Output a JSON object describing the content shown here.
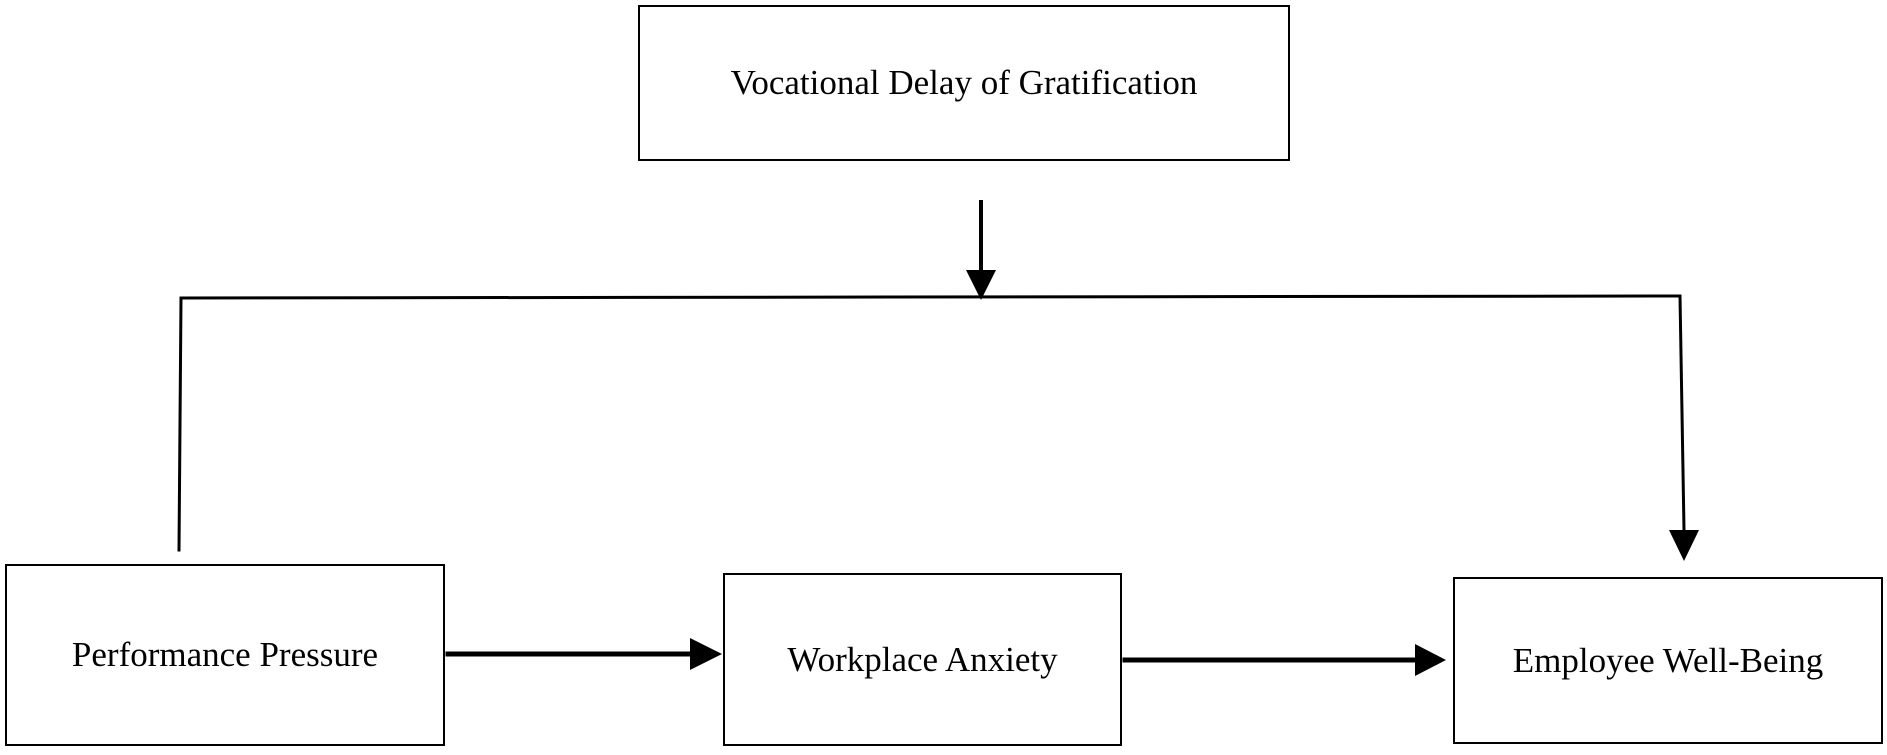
{
  "diagram": {
    "nodes": {
      "moderator": {
        "label": "Vocational Delay of Gratification"
      },
      "performance_pressure": {
        "label": "Performance Pressure"
      },
      "workplace_anxiety": {
        "label": "Workplace Anxiety"
      },
      "employee_well_being": {
        "label": "Employee Well-Being"
      }
    },
    "edges": [
      {
        "from": "performance_pressure",
        "to": "workplace_anxiety"
      },
      {
        "from": "workplace_anxiety",
        "to": "employee_well_being"
      },
      {
        "from": "performance_pressure",
        "to": "employee_well_being",
        "type": "direct-path"
      },
      {
        "from": "moderator",
        "to": "direct-path",
        "type": "moderation"
      }
    ],
    "colors": {
      "line": "#000000",
      "background": "#ffffff"
    }
  }
}
